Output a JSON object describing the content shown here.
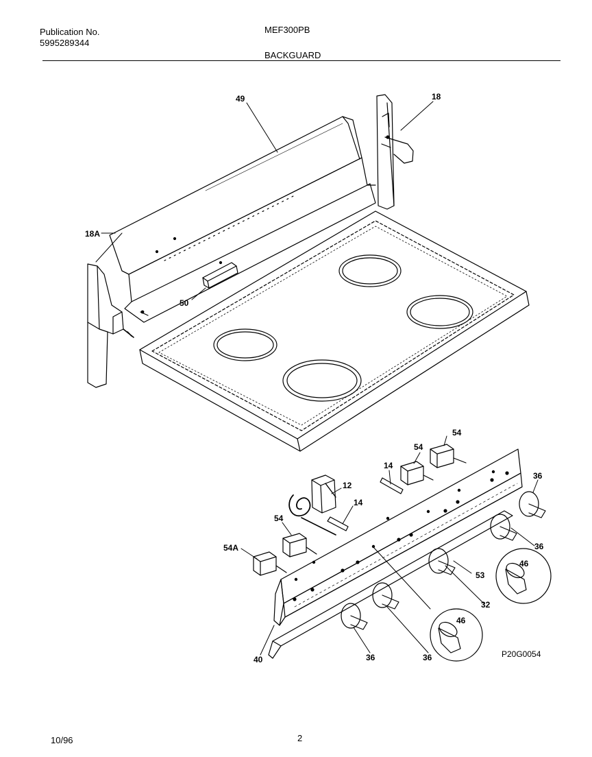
{
  "header": {
    "publication_label": "Publication No.",
    "publication_number": "5995289344",
    "model": "MEF300PB",
    "section": "BACKGUARD"
  },
  "footer": {
    "date": "10/96",
    "page": "2"
  },
  "diagram": {
    "code": "P20G0054",
    "callouts": {
      "c49": "49",
      "c18": "18",
      "c18a": "18A",
      "c50": "50",
      "c54_top": "54",
      "c54_mid": "54",
      "c54_left": "54",
      "c54a": "54A",
      "c14_top": "14",
      "c14_mid": "14",
      "c12": "12",
      "c36_right": "36",
      "c36_mid": "36",
      "c36_bot1": "36",
      "c36_bot2": "36",
      "c53": "53",
      "c32": "32",
      "c46_right": "46",
      "c46_bot": "46",
      "c40": "40"
    }
  }
}
